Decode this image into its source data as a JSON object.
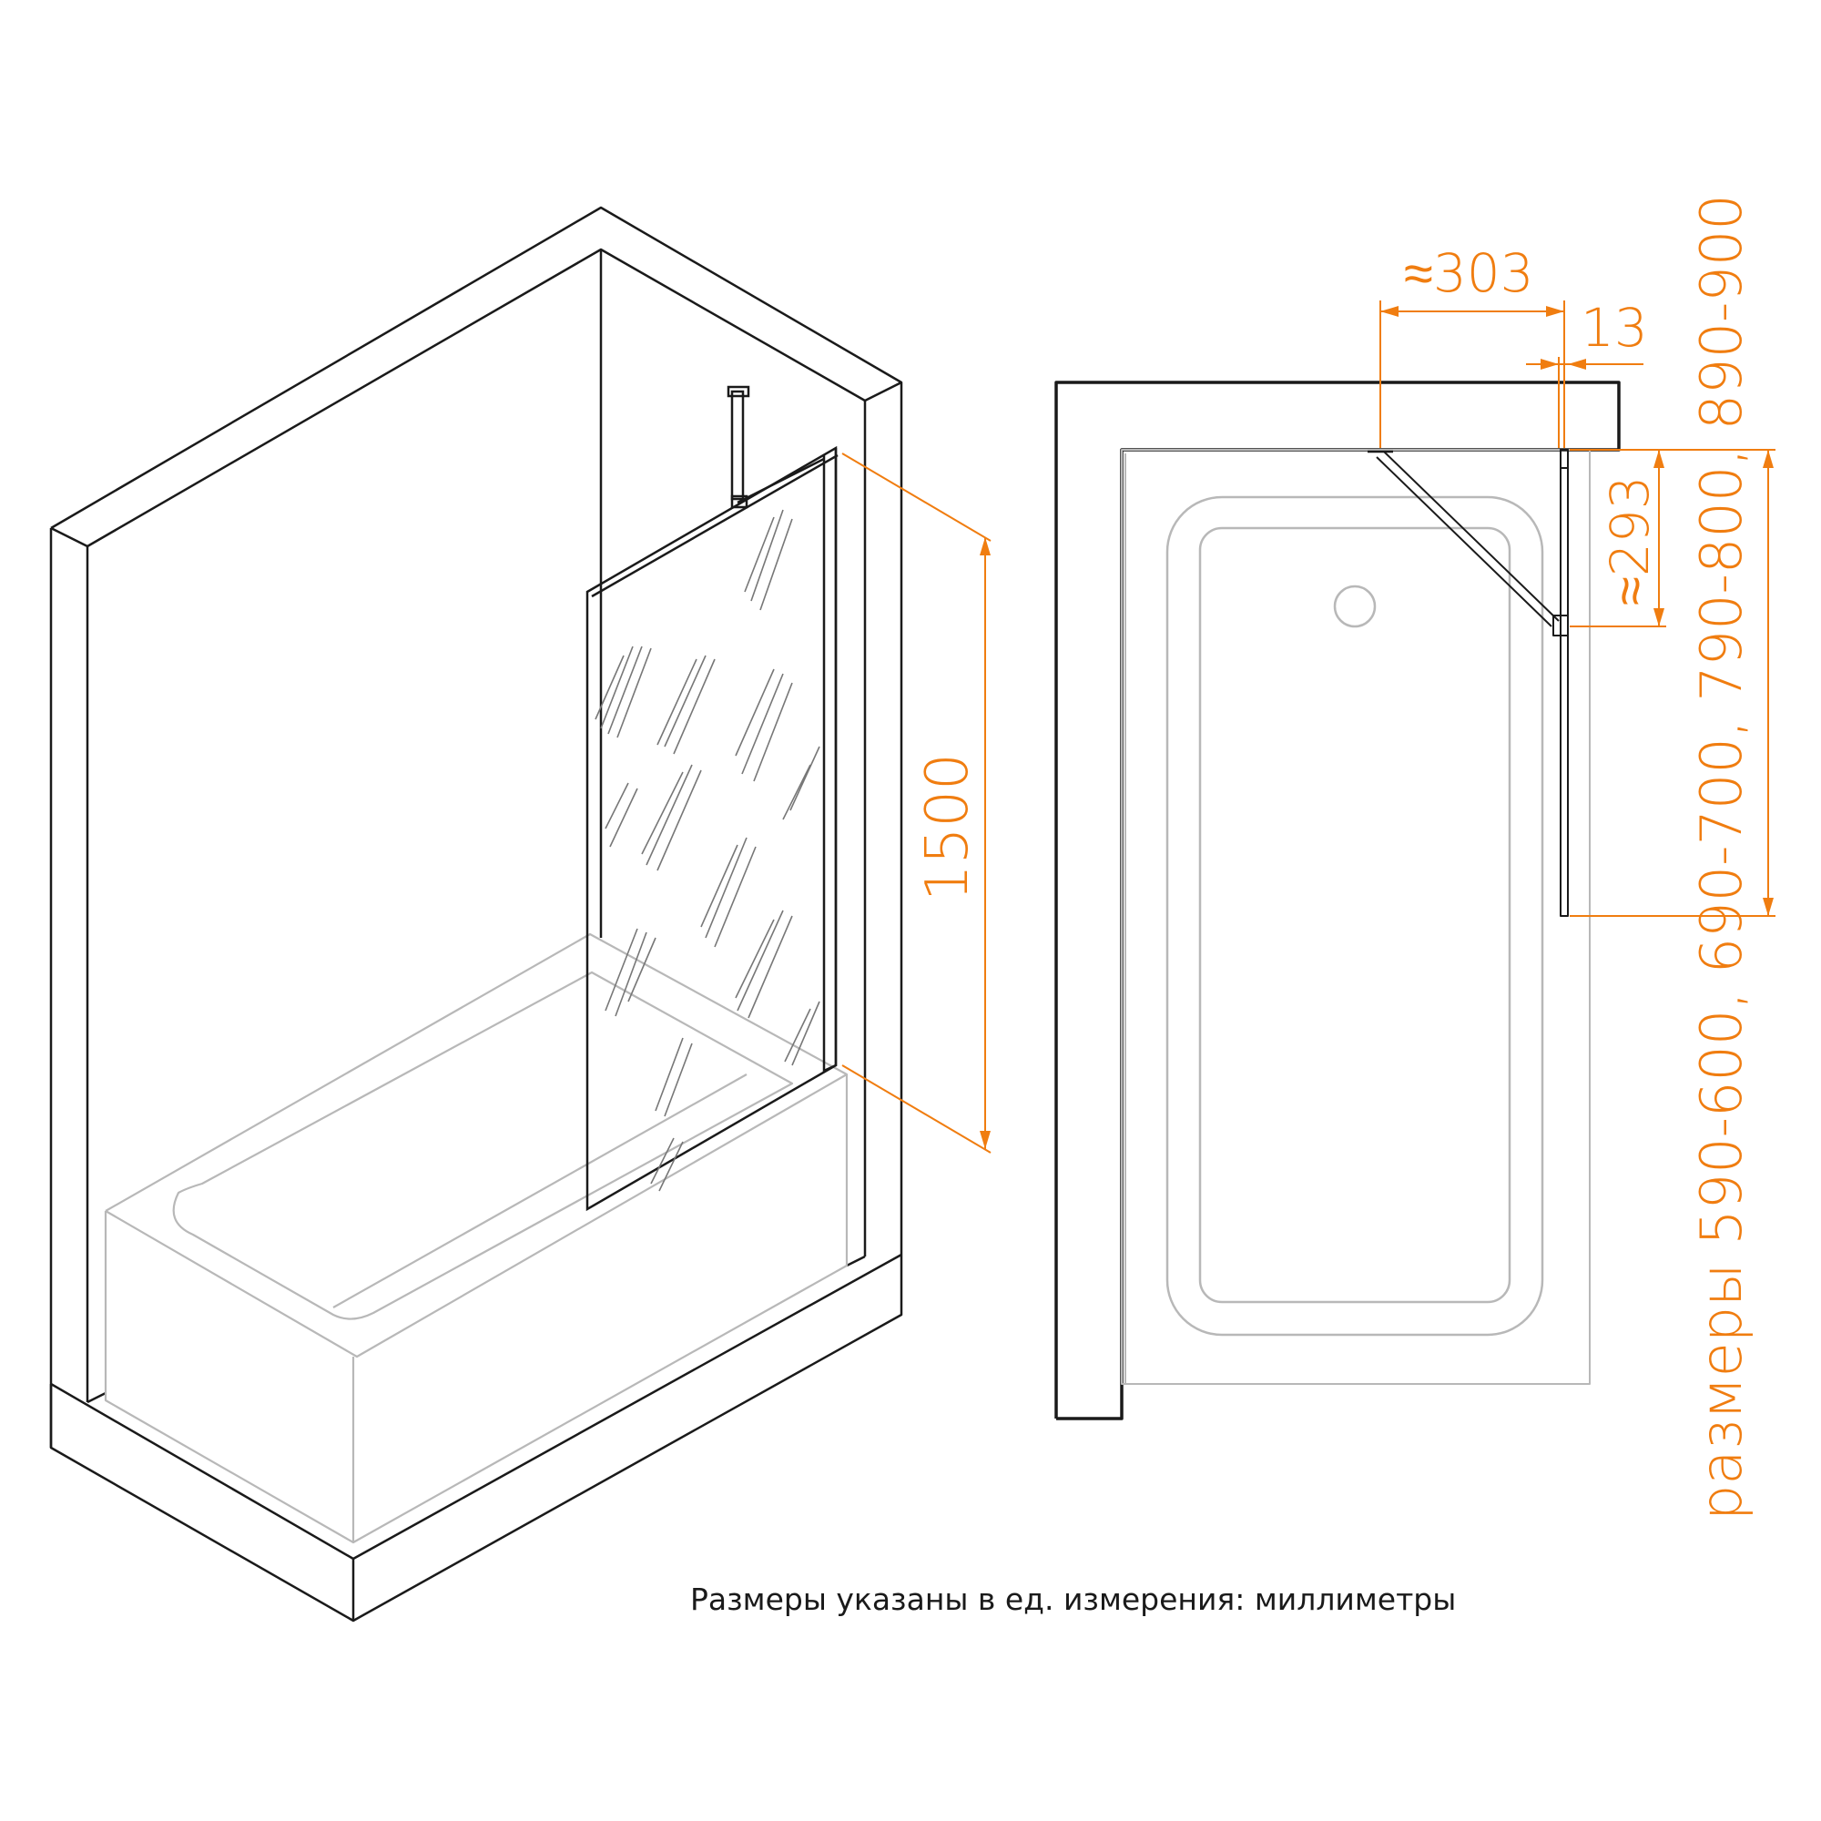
{
  "dimensions": {
    "height": "1500",
    "arm_length": "≈303",
    "profile_offset": "13",
    "arm_drop": "≈293",
    "sizes": "размеры 590-600, 690-700, 790-800, 890-900"
  },
  "note": "Размеры указаны в ед. измерения: миллиметры",
  "colors": {
    "accent": "#f07d10",
    "line": "#1a1a1a",
    "tub": "#b8b8b8"
  }
}
